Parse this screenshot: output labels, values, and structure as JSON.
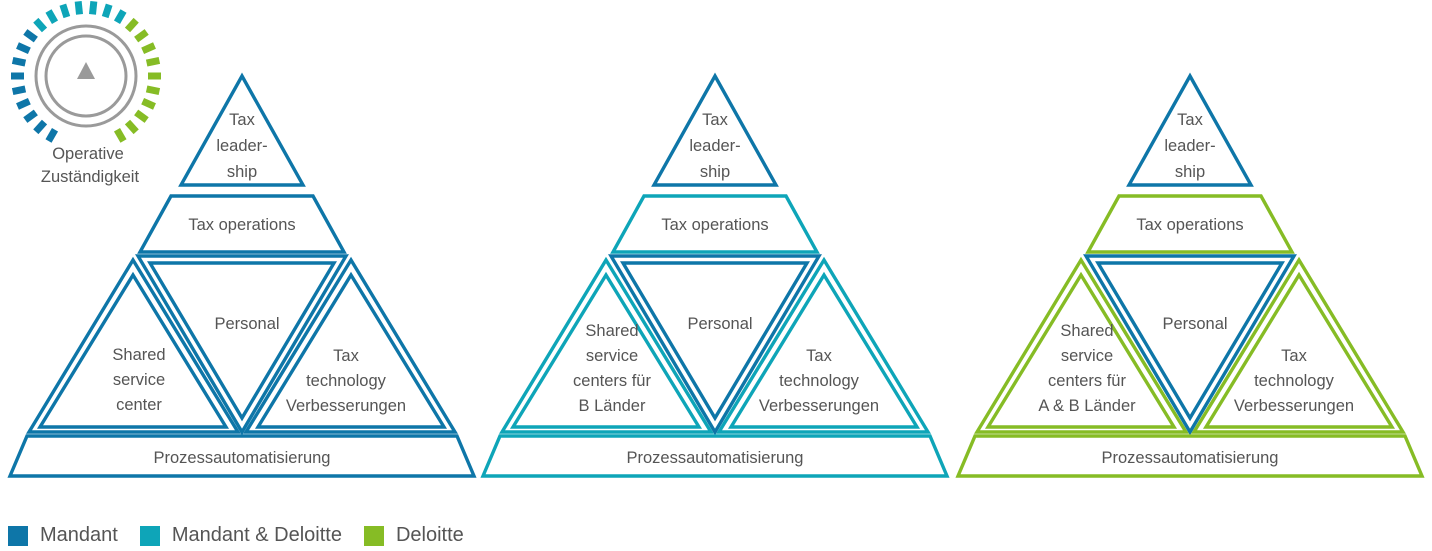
{
  "colors": {
    "mandant": "#0e76a8",
    "mandant_deloitte": "#0ea5b8",
    "deloitte": "#86bc25",
    "gauge_ring": "#9a9a9a",
    "gauge_arrow": "#9a9a9a",
    "text": "#555555"
  },
  "gauge": {
    "icon": "dial-gauge-icon",
    "label_line1": "Operative",
    "label_line2": "Zuständigkeit"
  },
  "pyramids": [
    {
      "top": [
        "Tax",
        "leader-",
        "ship"
      ],
      "operations": "Tax operations",
      "personal": "Personal",
      "shared": [
        "Shared",
        "service",
        "center"
      ],
      "technology": [
        "Tax",
        "technology",
        "Verbesserungen"
      ],
      "base": "Prozessautomatisierung",
      "segment_colors": {
        "top": "mandant",
        "operations": "mandant",
        "personal": "mandant",
        "shared": "mandant",
        "technology": "mandant",
        "base": "mandant"
      }
    },
    {
      "top": [
        "Tax",
        "leader-",
        "ship"
      ],
      "operations": "Tax operations",
      "personal": "Personal",
      "shared": [
        "Shared",
        "service",
        "centers für",
        "B Länder"
      ],
      "technology": [
        "Tax",
        "technology",
        "Verbesserungen"
      ],
      "base": "Prozessautomatisierung",
      "segment_colors": {
        "top": "mandant",
        "operations": "mandant_deloitte",
        "personal": "mandant",
        "shared": "mandant_deloitte",
        "technology": "mandant_deloitte",
        "base": "mandant_deloitte"
      }
    },
    {
      "top": [
        "Tax",
        "leader-",
        "ship"
      ],
      "operations": "Tax operations",
      "personal": "Personal",
      "shared": [
        "Shared",
        "service",
        "centers für",
        "A & B Länder"
      ],
      "technology": [
        "Tax",
        "technology",
        "Verbesserungen"
      ],
      "base": "Prozessautomatisierung",
      "segment_colors": {
        "top": "mandant",
        "operations": "deloitte",
        "personal": "mandant",
        "shared": "deloitte",
        "technology": "deloitte",
        "base": "deloitte"
      }
    }
  ],
  "legend": [
    {
      "label": "Mandant",
      "color": "mandant"
    },
    {
      "label": "Mandant & Deloitte",
      "color": "mandant_deloitte"
    },
    {
      "label": "Deloitte",
      "color": "deloitte"
    }
  ]
}
